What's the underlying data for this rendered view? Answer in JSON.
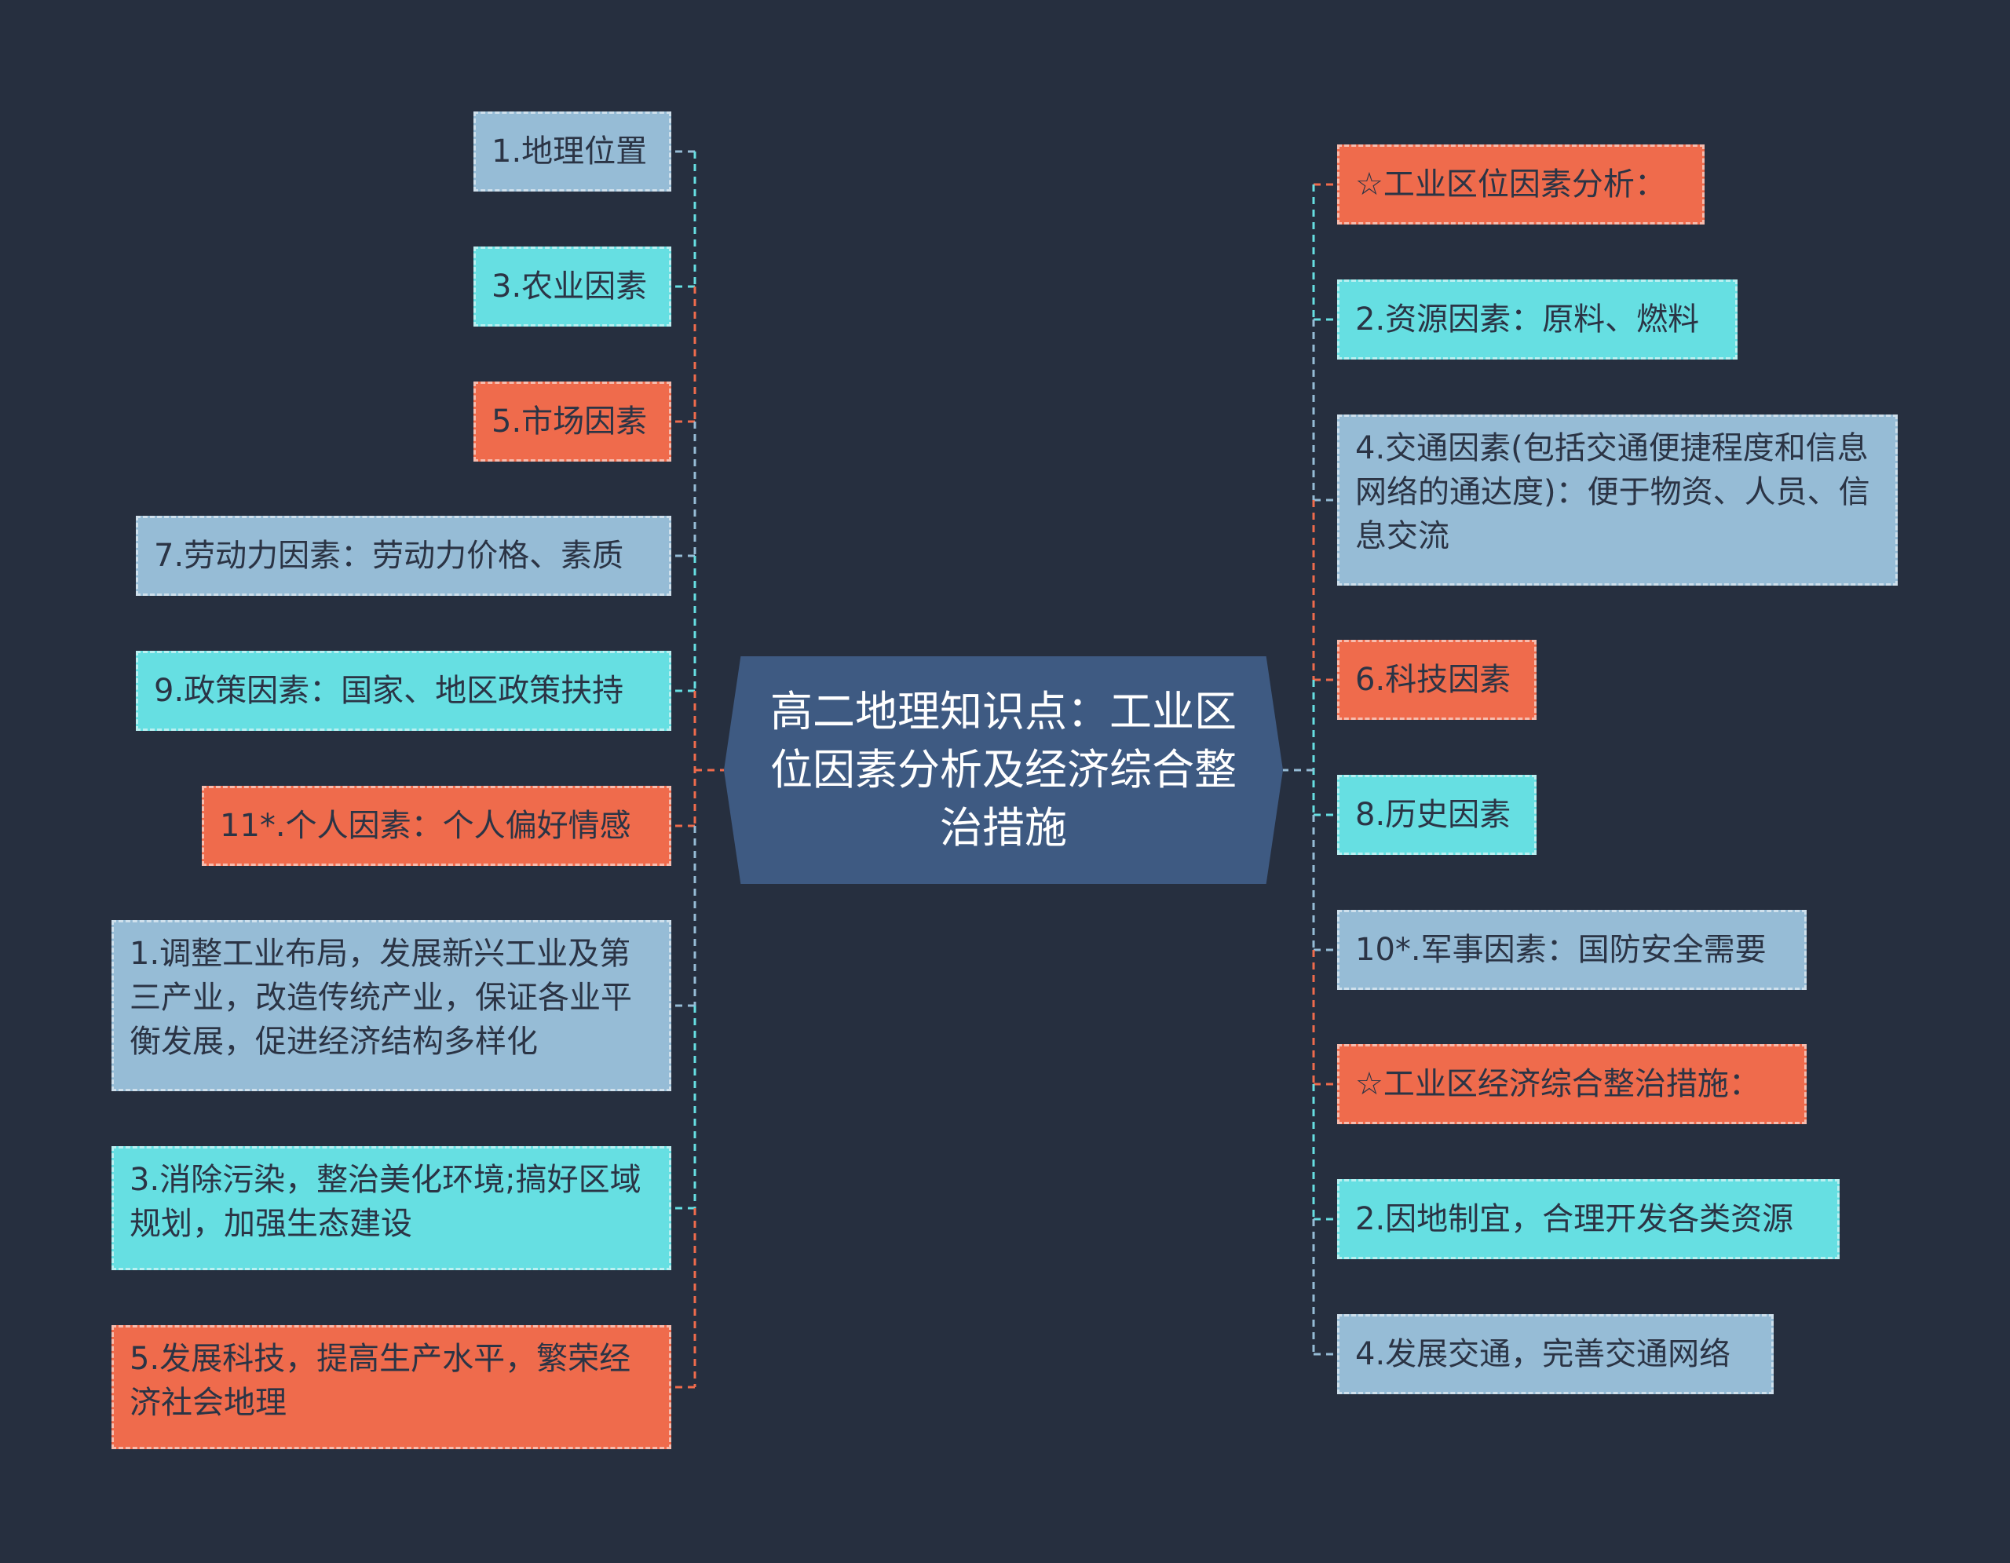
{
  "root": {
    "label": "高二地理知识点：工业区位因素分析及经济综合整治措施",
    "color": "#3e5a82"
  },
  "colors": {
    "blue": "#96bcd6",
    "cyan": "#66dfe2",
    "orange": "#ef6b4c",
    "background": "#262f3f"
  },
  "left_branch": [
    {
      "label": "1.地理位置",
      "color": "blue"
    },
    {
      "label": "3.农业因素",
      "color": "cyan"
    },
    {
      "label": "5.市场因素",
      "color": "orange"
    },
    {
      "label": "7.劳动力因素：劳动力价格、素质",
      "color": "blue"
    },
    {
      "label": "9.政策因素：国家、地区政策扶持",
      "color": "cyan"
    },
    {
      "label": "11*.个人因素：个人偏好情感",
      "color": "orange"
    },
    {
      "label": "1.调整工业布局，发展新兴工业及第三产业，改造传统产业，保证各业平衡发展，促进经济结构多样化",
      "color": "blue"
    },
    {
      "label": "3.消除污染，整治美化环境;搞好区域规划，加强生态建设",
      "color": "cyan"
    },
    {
      "label": "5.发展科技，提高生产水平，繁荣经济社会地理",
      "color": "orange"
    }
  ],
  "right_branch": [
    {
      "label": "☆工业区位因素分析：",
      "color": "orange"
    },
    {
      "label": "2.资源因素：原料、燃料",
      "color": "cyan"
    },
    {
      "label": "4.交通因素(包括交通便捷程度和信息网络的通达度)：便于物资、人员、信息交流",
      "color": "blue"
    },
    {
      "label": "6.科技因素",
      "color": "orange"
    },
    {
      "label": "8.历史因素",
      "color": "cyan"
    },
    {
      "label": "10*.军事因素：国防安全需要",
      "color": "blue"
    },
    {
      "label": "☆工业区经济综合整治措施：",
      "color": "orange"
    },
    {
      "label": "2.因地制宜，合理开发各类资源",
      "color": "cyan"
    },
    {
      "label": "4.发展交通，完善交通网络",
      "color": "blue"
    }
  ]
}
